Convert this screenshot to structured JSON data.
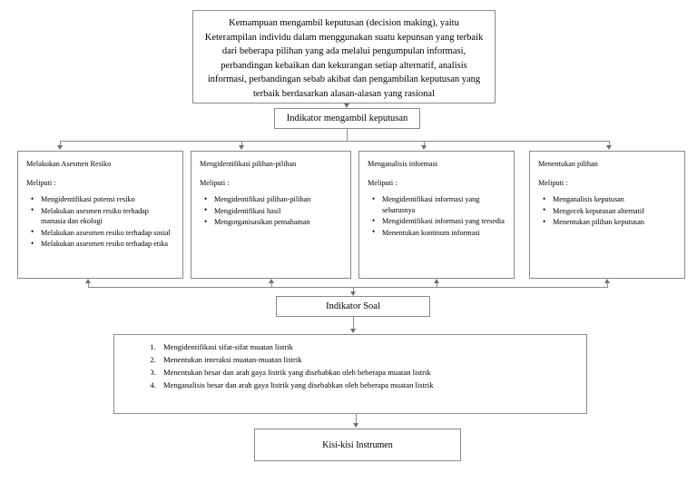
{
  "diagram": {
    "type": "flowchart",
    "top_box": {
      "text": "Kemampuan mengambil keputusan (decision making), yaitu Keterampilan individu dalam menggunakan suatu kepunsan yang terbaik dari beberapa pilihan yang ada melalui pengumpulan informasi, perbandingan kebaikan dan kekurangan setiap alternatif, analisis informasi, perbandingan sebab akibat dan pengambilan keputusan yang terbaik berdasarkan alasan-alasan yang rasional"
    },
    "indikator_mengambil_keputusan": "Indikator mengambil keputusan",
    "columns": [
      {
        "title": "Melakukan Asesmen Resiko",
        "subtitle": "Meliputi :",
        "bullets": [
          "Mengidentifikasi potensi resiko",
          "Melakukan asesmen resiko terhadap manusia dan ekologi",
          "Melakukan assesmen resiko terhadap sosial",
          "Melakukan assesmen resiko terhadap etika"
        ]
      },
      {
        "title": "Mengidentifikasi pilihan-pilihan",
        "subtitle": "Meliputi :",
        "bullets": [
          "Mengidentifikasi pilihan-pilihan",
          "Mengidentifikasi hasil",
          "Mengorganisasikan pemahaman"
        ]
      },
      {
        "title": "Menganalisis informasi",
        "subtitle": "Meliputi :",
        "bullets": [
          "Mengidentifikasi informasi yang seharusnya",
          "Mengidentifikasi informasi yang tersedia",
          "Menentukan kontinum informasi"
        ]
      },
      {
        "title": "Menentukan pilihan",
        "subtitle": "Meliputi :",
        "bullets": [
          "Menganalisis keputusan",
          "Mengecek keputusan alternatif",
          "Menentukan pilihan keputusan"
        ]
      }
    ],
    "indikator_soal": "Indikator Soal",
    "soal_items": [
      "Mengidentifikasi sifat-sifat muatan listrik",
      "Menentukan interaksi muatan-muatan listrik",
      "Menentukan besar dan arah gaya listrik yang disebabkan oleh beberapa muatan listrik",
      "Menganalisis besar dan arah gaya listrik yang disebabkan oleh beberapa muatan listrik"
    ],
    "kisi_kisi": "Kisi-kisi Instrumen",
    "colors": {
      "border": "#8a8a8a",
      "arrow": "#6f6f6f",
      "text": "#000000",
      "background": "#ffffff"
    }
  }
}
